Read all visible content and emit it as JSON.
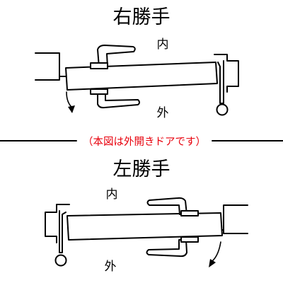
{
  "top_diagram": {
    "title": "右勝手",
    "inside_label": "内",
    "outside_label": "外"
  },
  "divider": {
    "note": "（本図は外開きドアです）",
    "note_color": "#e8000c"
  },
  "bottom_diagram": {
    "title": "左勝手",
    "inside_label": "内",
    "outside_label": "外"
  }
}
